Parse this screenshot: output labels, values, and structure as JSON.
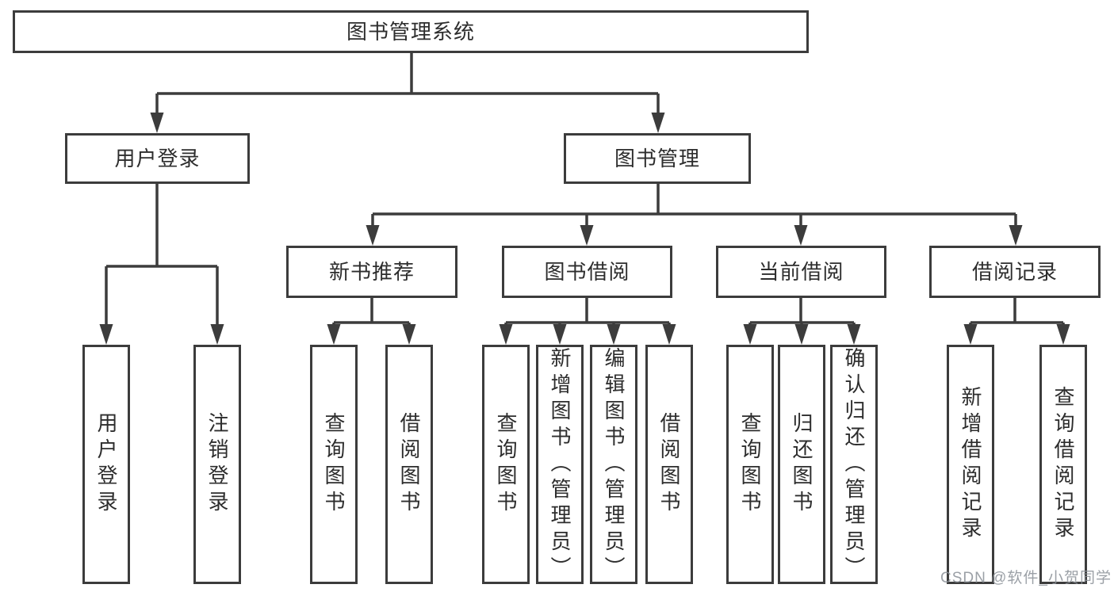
{
  "diagram": {
    "title": "图书管理系统",
    "type": "hierarchy-tree",
    "tree": {
      "label": "图书管理系统",
      "children": [
        {
          "label": "用户登录",
          "children": [
            {
              "label": "用户登录"
            },
            {
              "label": "注销登录"
            }
          ]
        },
        {
          "label": "图书管理",
          "children": [
            {
              "label": "新书推荐",
              "children": [
                {
                  "label": "查询图书"
                },
                {
                  "label": "借阅图书"
                }
              ]
            },
            {
              "label": "图书借阅",
              "children": [
                {
                  "label": "查询图书"
                },
                {
                  "label": "新增图书（管理员）"
                },
                {
                  "label": "编辑图书（管理员）"
                },
                {
                  "label": "借阅图书"
                }
              ]
            },
            {
              "label": "当前借阅",
              "children": [
                {
                  "label": "查询图书"
                },
                {
                  "label": "归还图书"
                },
                {
                  "label": "确认归还（管理员）"
                }
              ]
            },
            {
              "label": "借阅记录",
              "children": [
                {
                  "label": "新增借阅记录"
                },
                {
                  "label": "查询借阅记录"
                }
              ]
            }
          ]
        }
      ]
    },
    "watermark": "CSDN @软件_小贺同学",
    "colors": {
      "background": "#ffffff",
      "box_fill": "#ffffff",
      "box_border": "#3c3c3c",
      "line": "#3c3c3c",
      "text": "#2d2d2d",
      "watermark": "#8a8f96"
    }
  }
}
